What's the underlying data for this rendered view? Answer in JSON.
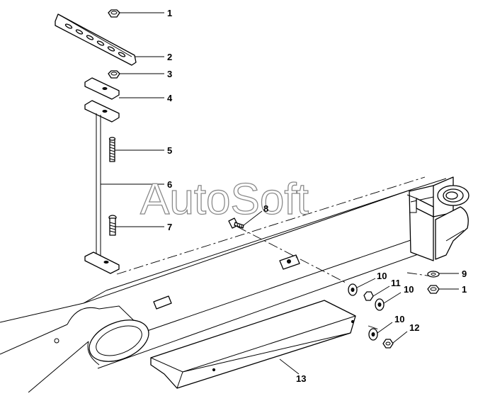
{
  "diagram": {
    "watermark": "AutoSoft",
    "callouts": [
      {
        "id": "c1a",
        "label": "1"
      },
      {
        "id": "c2",
        "label": "2"
      },
      {
        "id": "c3",
        "label": "3"
      },
      {
        "id": "c4",
        "label": "4"
      },
      {
        "id": "c5",
        "label": "5"
      },
      {
        "id": "c6",
        "label": "6"
      },
      {
        "id": "c7",
        "label": "7"
      },
      {
        "id": "c8",
        "label": "8"
      },
      {
        "id": "c9",
        "label": "9"
      },
      {
        "id": "c1b",
        "label": "1"
      },
      {
        "id": "c10a",
        "label": "10"
      },
      {
        "id": "c11",
        "label": "11"
      },
      {
        "id": "c10b",
        "label": "10"
      },
      {
        "id": "c10c",
        "label": "10"
      },
      {
        "id": "c12",
        "label": "12"
      },
      {
        "id": "c13",
        "label": "13"
      }
    ]
  }
}
